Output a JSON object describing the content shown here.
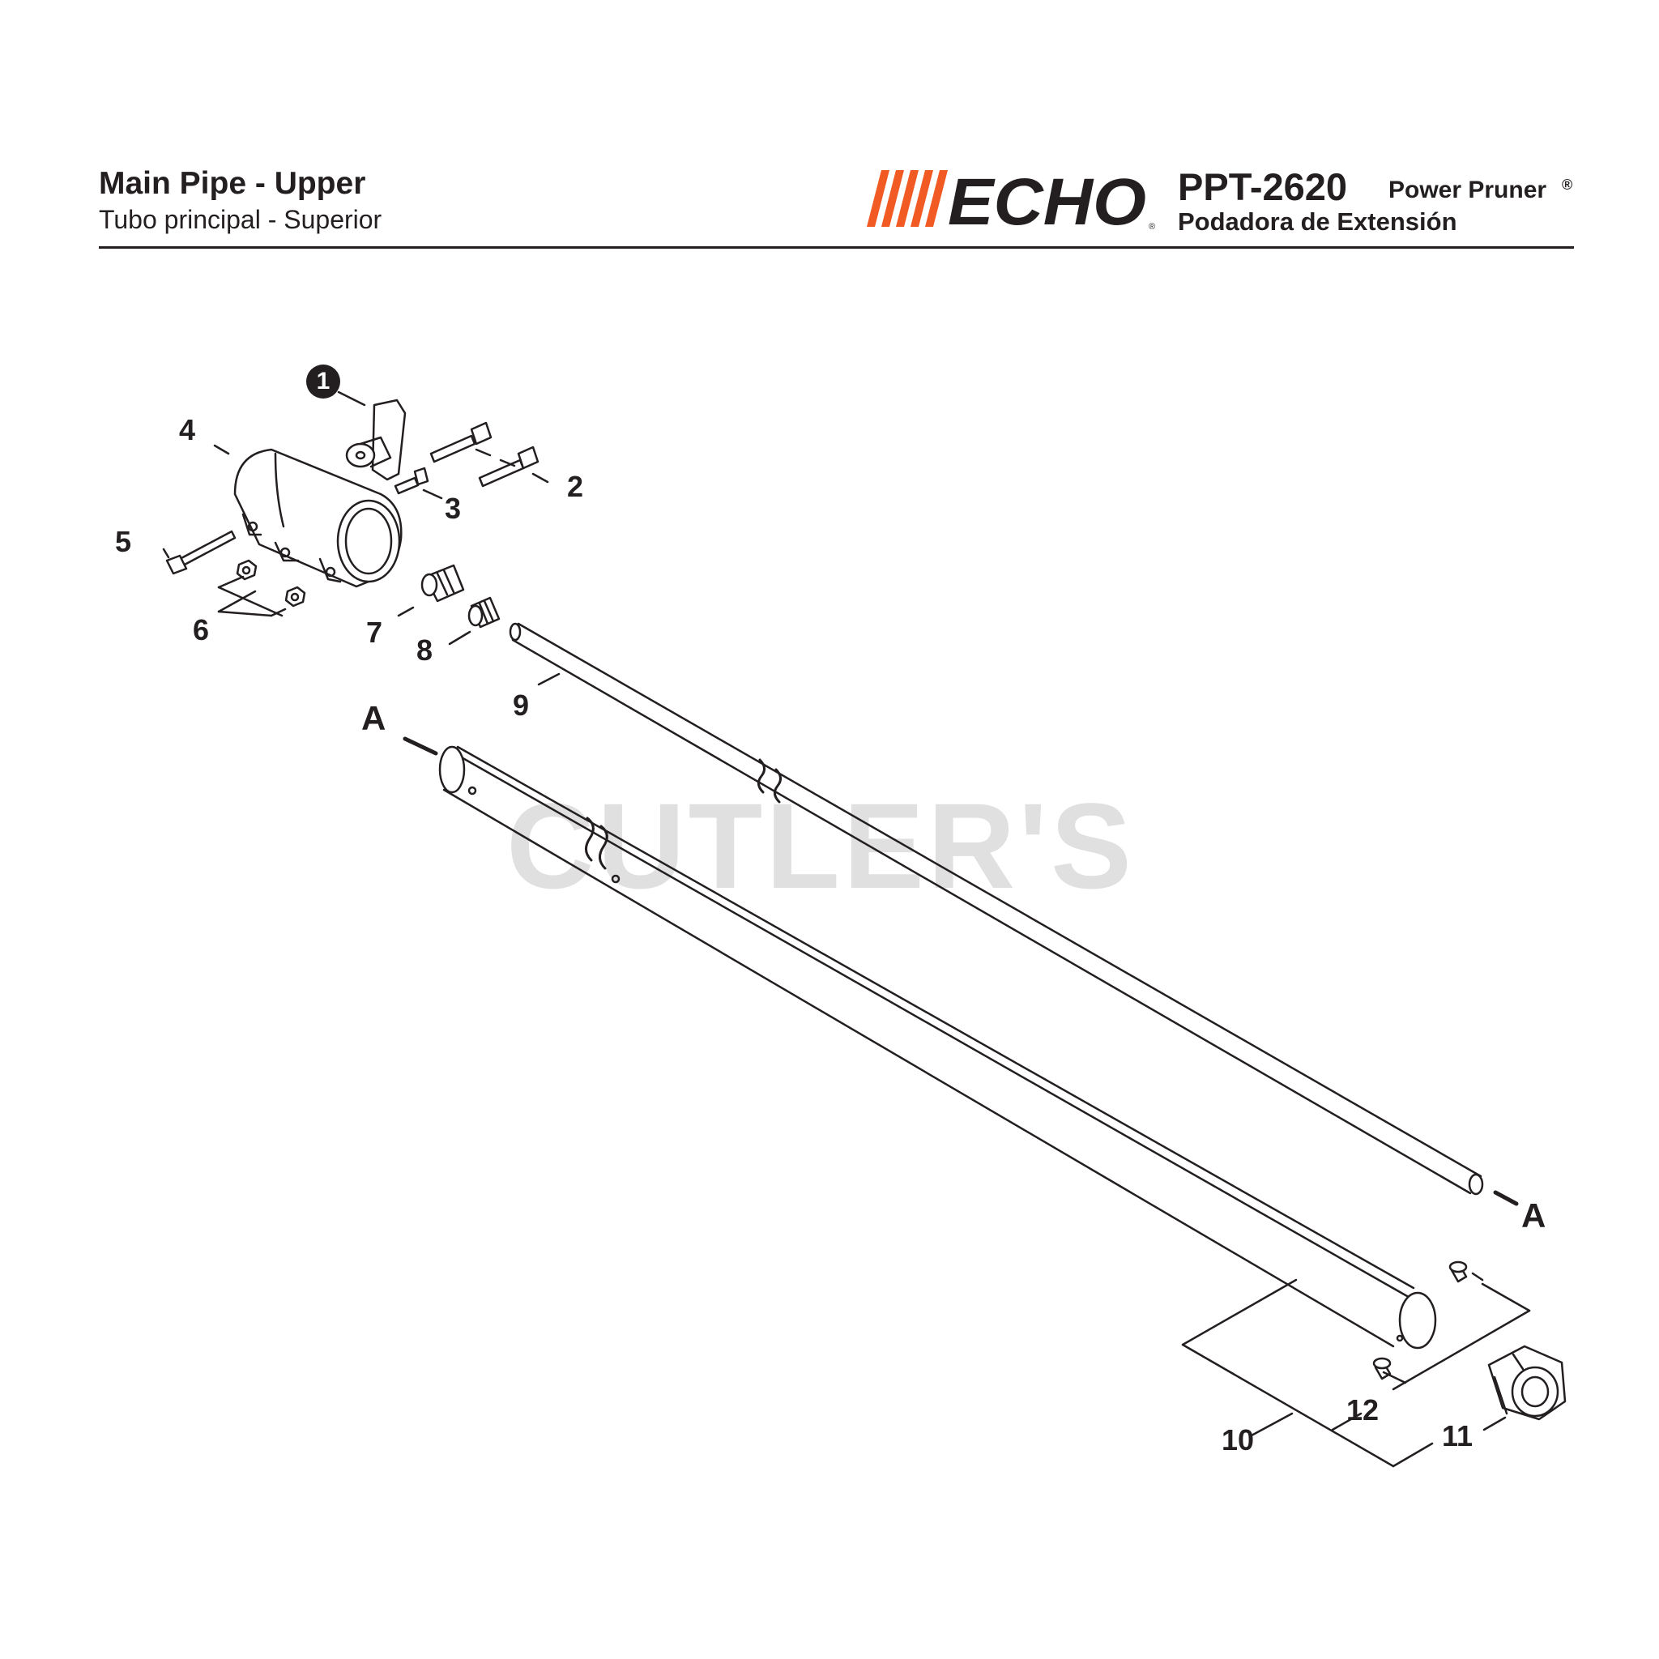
{
  "header": {
    "title": "Main Pipe - Upper",
    "subtitle": "Tubo principal - Superior",
    "brand": "ECHO",
    "model": "PPT-2620",
    "product": "Power Pruner",
    "registered": "®",
    "product_es": "Podadora de Extensión"
  },
  "watermark": "CUTLER'S",
  "colors": {
    "brand_orange": "#f15a22",
    "ink": "#231f20",
    "watermark": "#c8c8c8"
  },
  "callouts": {
    "p1": "1",
    "p2": "2",
    "p3": "3",
    "p4": "4",
    "p5": "5",
    "p6": "6",
    "p7": "7",
    "p8": "8",
    "p9": "9",
    "p10": "10",
    "p11": "11",
    "p12": "12",
    "a_left": "A",
    "a_right": "A"
  }
}
